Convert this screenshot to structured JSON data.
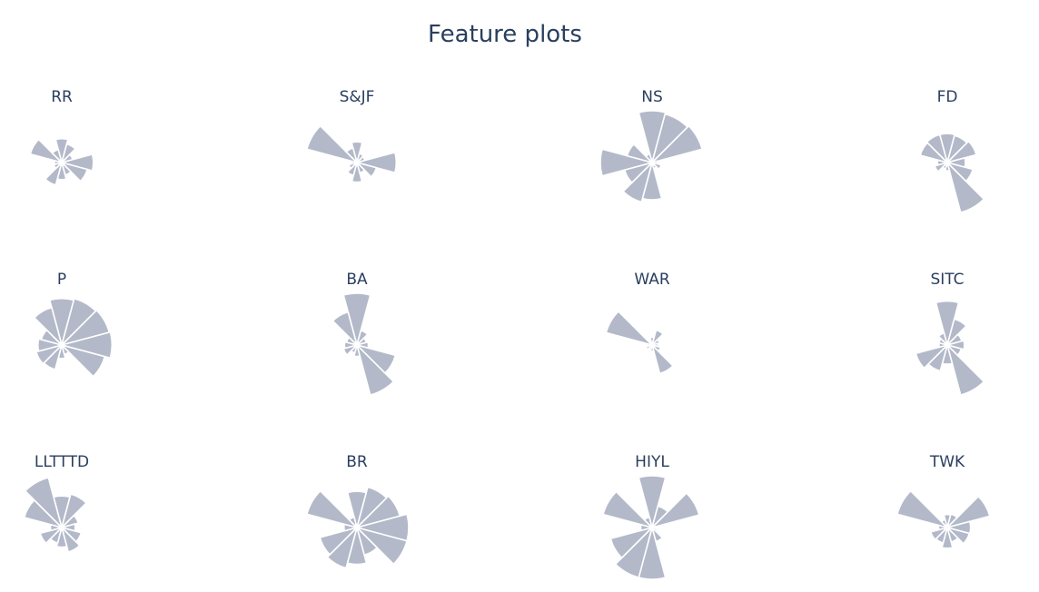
{
  "chart_data": {
    "type": "barpolar",
    "title": "Feature plots",
    "color": "#b3b9c9",
    "title_color": "#2a3f5f",
    "directions_deg": [
      0,
      30,
      60,
      90,
      120,
      150,
      180,
      210,
      240,
      270,
      300,
      330
    ],
    "radial_range": [
      0,
      1
    ],
    "plots": [
      {
        "name": "RR",
        "values": [
          0.46,
          0.37,
          0.22,
          0.61,
          0.51,
          0.25,
          0.33,
          0.45,
          0.16,
          0.14,
          0.63,
          0.26
        ]
      },
      {
        "name": "S&JF",
        "values": [
          0.4,
          0.18,
          0.16,
          0.76,
          0.39,
          0.21,
          0.38,
          0.26,
          0.16,
          0.1,
          1.0,
          0.29
        ]
      },
      {
        "name": "NS",
        "values": [
          1.0,
          0.97,
          1.0,
          0.1,
          0.18,
          0.12,
          0.72,
          0.79,
          0.55,
          1.0,
          0.5,
          0.17
        ]
      },
      {
        "name": "FD",
        "values": [
          0.56,
          0.54,
          0.58,
          0.35,
          0.51,
          1.0,
          0.16,
          0.13,
          0.25,
          0.19,
          0.54,
          0.56
        ]
      },
      {
        "name": "P",
        "values": [
          0.9,
          0.93,
          0.95,
          0.97,
          0.86,
          0.19,
          0.26,
          0.49,
          0.51,
          0.46,
          0.41,
          0.75
        ]
      },
      {
        "name": "BA",
        "values": [
          1.0,
          0.29,
          0.19,
          0.22,
          0.77,
          1.0,
          0.22,
          0.16,
          0.27,
          0.24,
          0.21,
          0.66
        ]
      },
      {
        "name": "WAR",
        "values": [
          0.15,
          0.3,
          0.15,
          0.11,
          0.17,
          0.57,
          0.12,
          0.08,
          0.12,
          0.09,
          0.92,
          0.05
        ]
      },
      {
        "name": "SITC",
        "values": [
          0.85,
          0.52,
          0.29,
          0.33,
          0.28,
          1.0,
          0.37,
          0.52,
          0.63,
          0.16,
          0.17,
          0.24
        ]
      },
      {
        "name": "LLTTTD",
        "values": [
          0.61,
          0.67,
          0.33,
          0.26,
          0.39,
          0.49,
          0.38,
          0.31,
          0.43,
          0.22,
          0.75,
          1.0
        ]
      },
      {
        "name": "BR",
        "values": [
          0.7,
          0.81,
          0.86,
          1.0,
          1.0,
          0.55,
          0.71,
          0.81,
          0.74,
          0.25,
          1.0,
          0.21
        ]
      },
      {
        "name": "HIYL",
        "values": [
          1.0,
          0.43,
          0.94,
          0.08,
          0.1,
          0.28,
          1.0,
          1.0,
          0.83,
          0.22,
          0.98,
          0.21
        ]
      },
      {
        "name": "TWK",
        "values": [
          0.25,
          0.27,
          0.85,
          0.45,
          0.44,
          0.29,
          0.4,
          0.31,
          0.33,
          0.17,
          1.0,
          0.16
        ]
      }
    ]
  }
}
